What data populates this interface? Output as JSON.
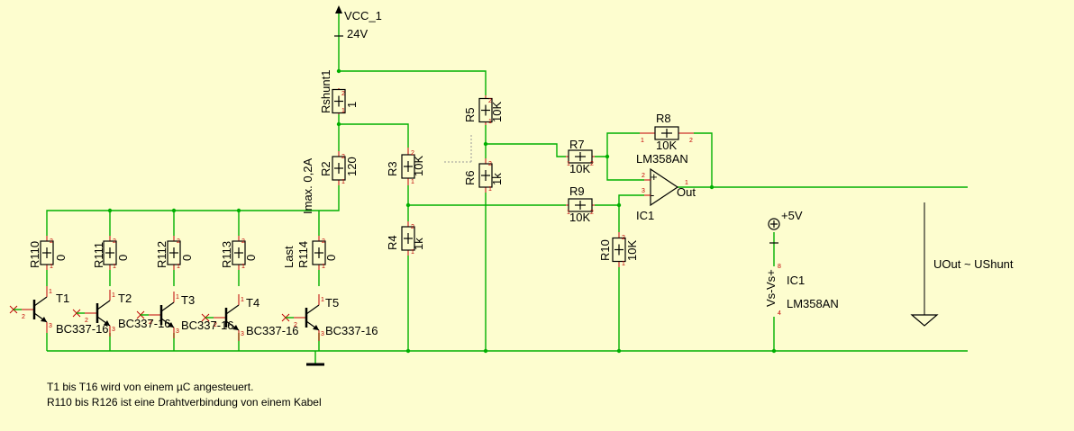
{
  "colors": {
    "background": "#fdfdcf",
    "wire": "#00b000",
    "pin": "#c00000",
    "part": "#000000"
  },
  "supply": {
    "net": "VCC_1",
    "voltage": "24V"
  },
  "rshunt": {
    "name": "Rshunt1",
    "value": "1"
  },
  "r2": {
    "name": "R2",
    "value": "120",
    "note": "Imax. 0,2A"
  },
  "r3": {
    "name": "R3",
    "value": "10K"
  },
  "r4": {
    "name": "R4",
    "value": "1k"
  },
  "r5": {
    "name": "R5",
    "value": "10K"
  },
  "r6": {
    "name": "R6",
    "value": "1k"
  },
  "r7": {
    "name": "R7",
    "value": "10K"
  },
  "r8": {
    "name": "R8",
    "value": "10K"
  },
  "r9": {
    "name": "R9",
    "value": "10K"
  },
  "r10": {
    "name": "R10",
    "value": "10K"
  },
  "opamp": {
    "name": "IC1",
    "type": "LM358AN",
    "out_label": "Out",
    "plus": "+",
    "minus": "-"
  },
  "opamp_power": {
    "name": "IC1",
    "type": "LM358AN",
    "rail": "+5V",
    "vs_plus": "Vs+",
    "vs_minus": "Vs-",
    "pin_top": "8",
    "pin_bottom": "4"
  },
  "load_resistors": [
    {
      "name": "R110",
      "value": "0"
    },
    {
      "name": "R111",
      "value": "0"
    },
    {
      "name": "R112",
      "value": "0"
    },
    {
      "name": "R113",
      "value": "0"
    },
    {
      "name": "R114",
      "value": "0",
      "tag": "Last"
    }
  ],
  "transistors": [
    {
      "name": "T1",
      "type": "BC337-16"
    },
    {
      "name": "T2",
      "type": "BC337-16"
    },
    {
      "name": "T3",
      "type": "BC337-16"
    },
    {
      "name": "T4",
      "type": "BC337-16"
    },
    {
      "name": "T5",
      "type": "BC337-16"
    }
  ],
  "output_label": "UOut ~ UShunt",
  "notes": [
    "T1 bis T16 wird von einem µC angesteuert.",
    "R110 bis R126 ist eine Drahtverbindung von einem Kabel"
  ]
}
